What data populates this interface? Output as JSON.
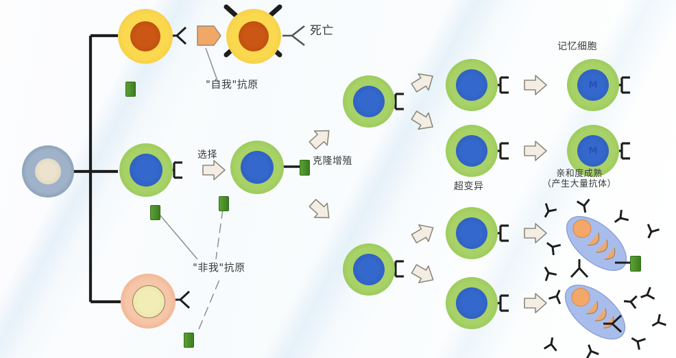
{
  "diagram": {
    "title": "B cell clonal selection and maturation",
    "language": "zh"
  },
  "labels": {
    "death": "死亡",
    "self_antigen": "\"自我\"抗原",
    "nonself_antigen": "\"非我\"抗原",
    "selection": "选择",
    "clonal_proliferation": "克隆增殖",
    "hypermutation": "超变异",
    "memory_cell": "记忆细胞",
    "affinity_maturation_line1": "亲和度成熟",
    "affinity_maturation_line2": "（产生大量抗体）"
  },
  "cells": {
    "stem": {
      "name": "stem-cell",
      "halo": "#8fa3bd",
      "nucleus": "#ded6c4"
    },
    "self_reactive": {
      "name": "self-reactive-cell",
      "halo": "#f8d54a",
      "nucleus": "#c34f13"
    },
    "self_reactive_dead": {
      "name": "self-reactive-cell-dead",
      "halo": "#f8d54a",
      "nucleus": "#c34f13",
      "crossed": "true"
    },
    "b_cell": {
      "name": "b-cell",
      "halo": "#a4cf5f",
      "nucleus": "#2f63c6"
    },
    "memory": {
      "name": "memory-cell",
      "halo": "#a4cf5f",
      "nucleus": "#2f63c6",
      "tag": "M"
    },
    "immature": {
      "name": "immature-cell",
      "halo": "#f3c0a3",
      "nucleus": "#eee9b4"
    },
    "plasma": {
      "name": "plasma-cell",
      "body": "#9fb4e8",
      "nucleus": "#f2a868",
      "er": "#e9a86f"
    }
  },
  "colors": {
    "antigen_green": "#4e9a2f",
    "antigen_green_dark": "#2f6b18",
    "self_antigen_fill": "#f0a868",
    "line": "#222222",
    "arrow_fill": "#f2ece2",
    "arrow_stroke": "#8a8578",
    "text": "#3a3a3a"
  },
  "counts": {
    "memory_cells": 2,
    "plasma_cells": 2,
    "antigen_markers": 6,
    "branch_outputs": 3
  }
}
